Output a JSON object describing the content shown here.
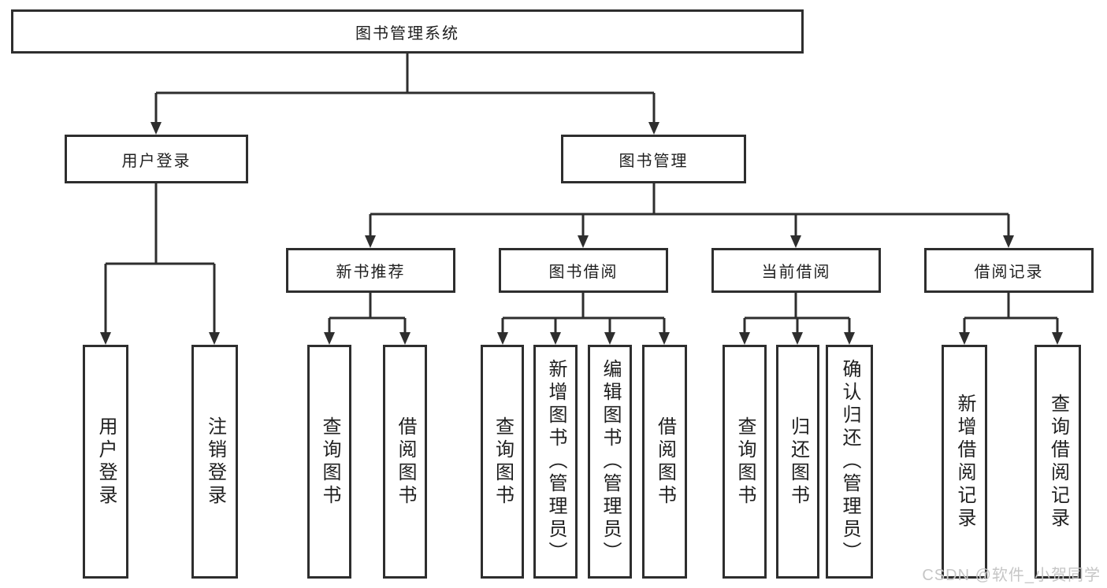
{
  "diagram": {
    "root": {
      "label": "图书管理系统"
    },
    "branches": [
      {
        "label": "用户登录",
        "children": [
          {
            "label": "用户登录"
          },
          {
            "label": "注销登录"
          }
        ]
      },
      {
        "label": "图书管理",
        "children": [
          {
            "label": "新书推荐",
            "children": [
              {
                "label": "查询图书"
              },
              {
                "label": "借阅图书"
              }
            ]
          },
          {
            "label": "图书借阅",
            "children": [
              {
                "label": "查询图书"
              },
              {
                "label": "新增图书（管理员）"
              },
              {
                "label": "编辑图书（管理员）"
              },
              {
                "label": "借阅图书"
              }
            ]
          },
          {
            "label": "当前借阅",
            "children": [
              {
                "label": "查询图书"
              },
              {
                "label": "归还图书"
              },
              {
                "label": "确认归还（管理员）"
              }
            ]
          },
          {
            "label": "借阅记录",
            "children": [
              {
                "label": "新增借阅记录"
              },
              {
                "label": "查询借阅记录"
              }
            ]
          }
        ]
      }
    ],
    "watermark": "CSDN @软件_小贺同学",
    "colors": {
      "line": "#2e2e2e",
      "box_border": "#2e2e2e",
      "text": "#1f1f1f",
      "watermark": "#c6c6c6",
      "background": "#ffffff"
    }
  }
}
